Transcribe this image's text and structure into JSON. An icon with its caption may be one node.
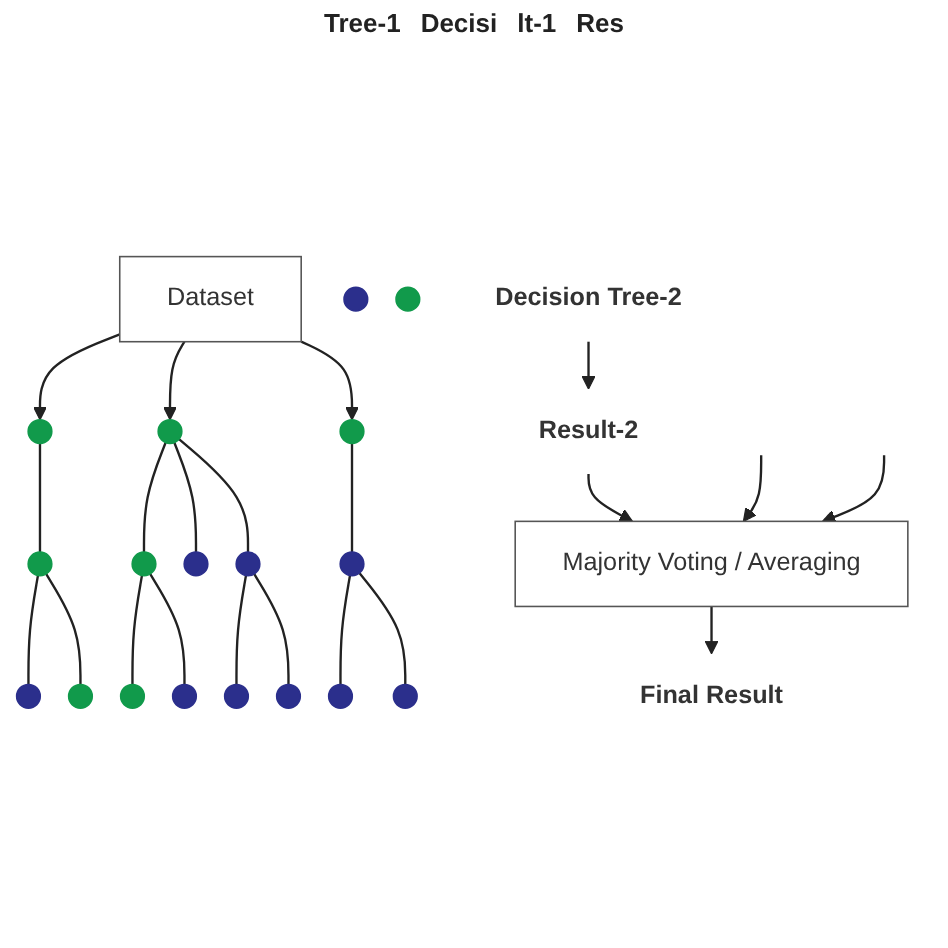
{
  "diagram": {
    "nodes": [
      {
        "text": [
          "Dataset"
        ]
      },
      {
        "text": [],
        "shape": "circle"
      },
      {
        "text": [],
        "shape": "circle"
      },
      {
        "text": [],
        "shape": "circle"
      },
      {
        "text": [],
        "shape": "circle"
      },
      {
        "text": [],
        "shape": "circle"
      },
      {
        "text": [],
        "shape": "circle"
      },
      {
        "text": [],
        "shape": "circle"
      },
      {
        "text": [],
        "shape": "circle"
      },
      {
        "text": [],
        "shape": "circle"
      },
      {
        "text": [],
        "shape": "circle"
      },
      {
        "text": [],
        "shape": "circle"
      },
      {
        "text": [],
        "shape": "circle"
      },
      {
        "text": [],
        "shape": "circle"
      },
      {
        "text": [],
        "shape": "circle"
      },
      {
        "text": [],
        "shape": "circle"
      },
      {
        "text": [],
        "shape": "circle"
      },
      {
        "text": [],
        "shape": "circle"
      },
      {
        "text": [],
        "shape": "circle"
      },
      {
        "text": [
          "Decision Tree-2"
        ]
      },
      {
        "text": [
          "Result-2"
        ]
      },
      {
        "text": [
          "Majority Voting / Averaging"
        ]
      },
      {
        "text": [
          "Final Result"
        ]
      }
    ],
    "edges": [
      {
        "from": 0,
        "to": 1,
        "arrow": "to"
      },
      {
        "from": 0,
        "to": 2,
        "arrow": "to"
      },
      {
        "from": 0,
        "to": 3,
        "arrow": "to"
      },
      {
        "from": 1,
        "to": 5,
        "arrow": "none"
      },
      {
        "from": 5,
        "to": 11,
        "arrow": "none"
      },
      {
        "from": 5,
        "to": 12,
        "arrow": "none"
      },
      {
        "from": 2,
        "to": 6,
        "arrow": "none"
      },
      {
        "from": 2,
        "to": 7,
        "arrow": "none"
      },
      {
        "from": 2,
        "to": 8,
        "arrow": "none"
      },
      {
        "from": 6,
        "to": 13,
        "arrow": "none"
      },
      {
        "from": 6,
        "to": 14,
        "arrow": "none"
      },
      {
        "from": 8,
        "to": 15,
        "arrow": "none"
      },
      {
        "from": 8,
        "to": 16,
        "arrow": "none"
      },
      {
        "from": 3,
        "to": 9,
        "arrow": "none"
      },
      {
        "from": 9,
        "to": 17,
        "arrow": "none"
      },
      {
        "from": 9,
        "to": 18,
        "arrow": "none"
      },
      {
        "from": 19,
        "to": 20,
        "arrow": "to"
      },
      {
        "from": 20,
        "to": 21,
        "arrow": "to"
      },
      {
        "from": null,
        "to": 21,
        "arrow": "to"
      },
      {
        "from": null,
        "to": 21,
        "arrow": "to"
      },
      {
        "from": 21,
        "to": 22,
        "arrow": "to"
      }
    ],
    "labels": [
      "Tree-1",
      "Decisi",
      "lt-1",
      "Res"
    ]
  }
}
